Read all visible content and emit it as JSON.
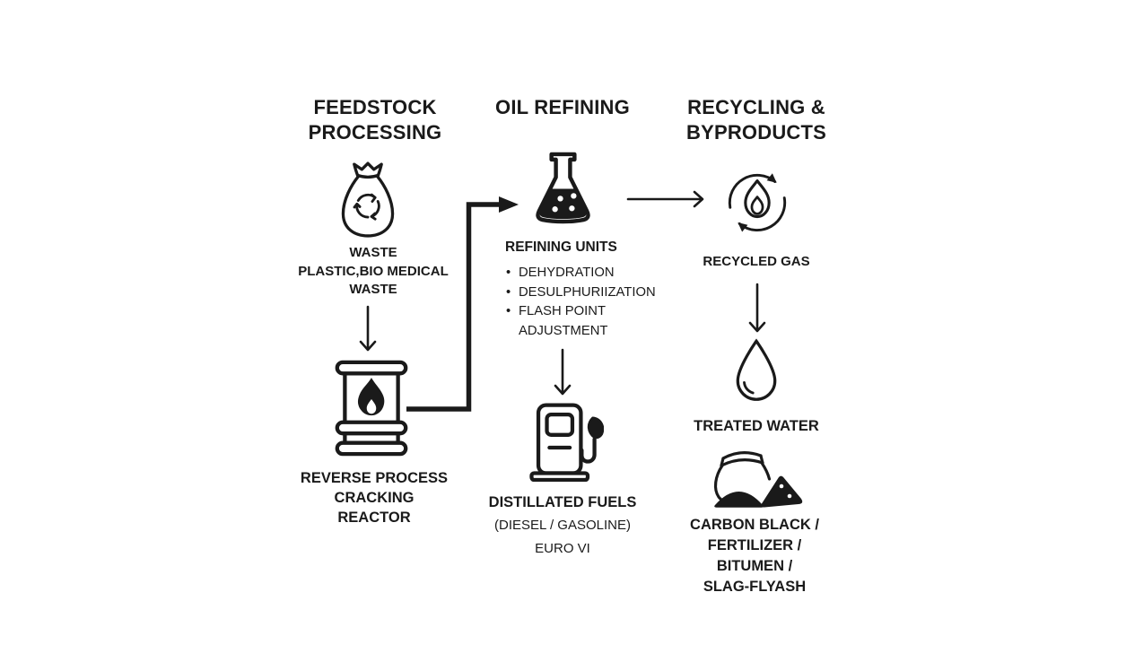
{
  "page": {
    "background": "#ffffff",
    "ink_color": "#1a1a1a",
    "type": "process-flow-diagram"
  },
  "columns": {
    "feedstock": {
      "header": "FEEDSTOCK\nPROCESSING",
      "waste": {
        "icon": "waste-bag-recycle-icon",
        "label": "WASTE\nPLASTIC,BIO MEDICAL\nWASTE"
      },
      "reactor": {
        "icon": "burn-barrel-icon",
        "label": "REVERSE PROCESS\nCRACKING\nREACTOR"
      }
    },
    "oil_refining": {
      "header": "OIL REFINING",
      "refining_units": {
        "icon": "flask-icon",
        "title": "REFINING UNITS",
        "bullets": [
          "DEHYDRATION",
          "DESULPHURIIZATION",
          "FLASH POINT\nADJUSTMENT"
        ]
      },
      "fuels": {
        "icon": "fuel-pump-icon",
        "title": "DISTILLATED FUELS",
        "subtitle": "(DIESEL / GASOLINE)",
        "standard": "EURO VI"
      }
    },
    "recycling": {
      "header": "RECYCLING &\nBYPRODUCTS",
      "gas": {
        "icon": "recycled-gas-flame-icon",
        "label": "RECYCLED GAS"
      },
      "water": {
        "icon": "water-drop-icon",
        "label": "TREATED WATER"
      },
      "byproducts": {
        "icon": "bag-and-powder-piles-icon",
        "label": "CARBON BLACK /\nFERTILIZER /\nBITUMEN /\nSLAG-FLYASH"
      }
    }
  },
  "connections": [
    {
      "from": "waste",
      "to": "cracking-reactor",
      "style": "thin-down-arrow"
    },
    {
      "from": "cracking-reactor",
      "to": "refining-units-flask",
      "style": "thick-elbow-arrow"
    },
    {
      "from": "refining-units-flask",
      "to": "recycled-gas",
      "style": "thin-right-arrow"
    },
    {
      "from": "refining-units",
      "to": "distillated-fuels",
      "style": "thin-down-arrow"
    },
    {
      "from": "recycled-gas",
      "to": "treated-water",
      "style": "thin-down-arrow"
    }
  ]
}
